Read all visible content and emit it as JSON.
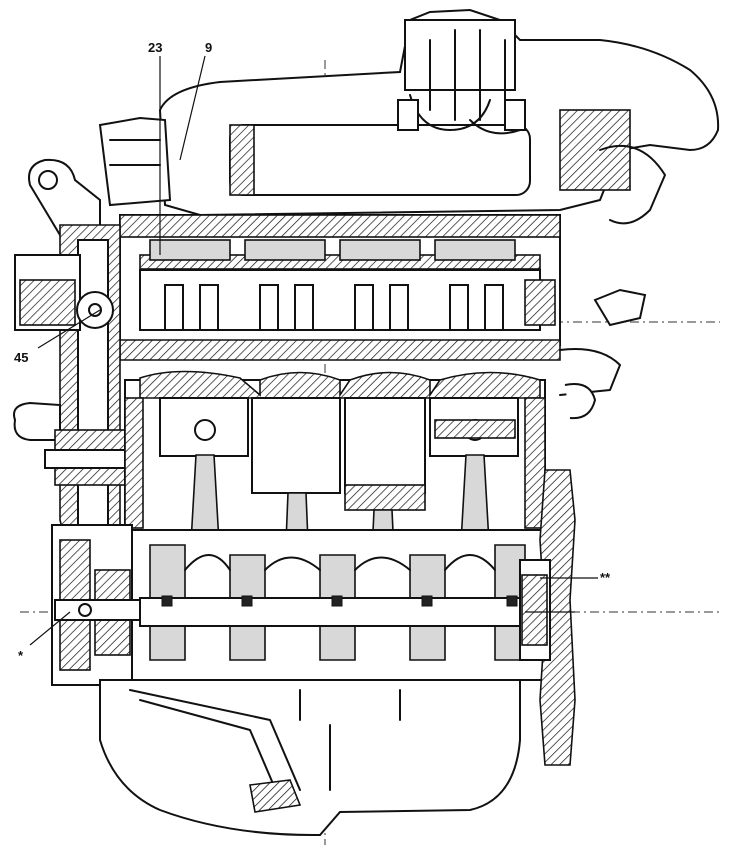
{
  "figure": {
    "callouts": [
      {
        "id": "c23",
        "text": "23"
      },
      {
        "id": "c9",
        "text": "9"
      },
      {
        "id": "c45",
        "text": "45"
      },
      {
        "id": "cstar",
        "text": "*"
      },
      {
        "id": "cdstar",
        "text": "**"
      }
    ],
    "colors": {
      "ink": "#111111",
      "paper": "#ffffff",
      "shade": "#d8d8d8"
    }
  }
}
